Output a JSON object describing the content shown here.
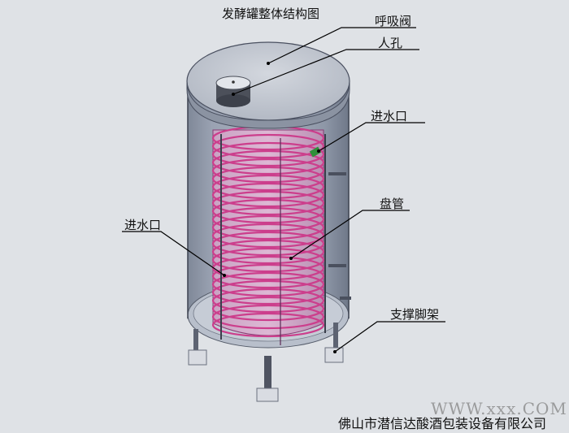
{
  "title": "发酵罐整体结构图",
  "labels": {
    "breather_valve": "呼吸阀",
    "manhole": "人孔",
    "water_inlet_top": "进水口",
    "coil": "盘管",
    "water_inlet_left": "进水口",
    "support_legs": "支撑脚架"
  },
  "company": "佛山市潜信达酸酒包装设备有限公司",
  "watermark": "WWW.xxx.COM",
  "colors": {
    "background": "#dfe2e6",
    "tank_shell": "#8d96a6",
    "tank_interior": "#a6adbb",
    "coil_magenta": "#cc3e8c",
    "inlet_green": "#2f8f3a",
    "line": "#000000"
  }
}
